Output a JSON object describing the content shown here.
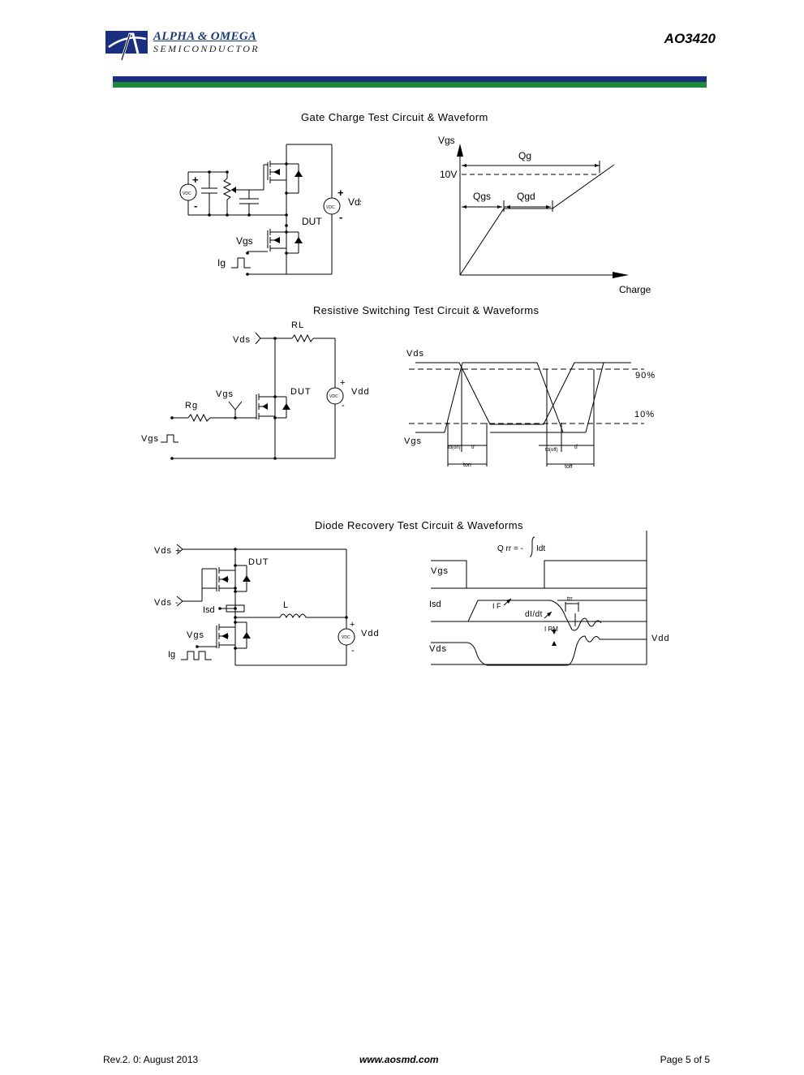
{
  "header": {
    "company_name": "ALPHA & OMEGA",
    "company_sub": "SEMICONDUCTOR",
    "part_number": "AO3420",
    "brand_colors": {
      "blue": "#1b2f80",
      "green": "#1e8b3a"
    }
  },
  "gate_charge": {
    "title": "Gate Charge Test Circuit & Waveform",
    "circuit": {
      "vdc": "VDC",
      "plus": "+",
      "minus": "-",
      "vds": "Vds",
      "dut": "DUT",
      "vgs": "Vgs",
      "ig": "Ig"
    },
    "waveform": {
      "y_label": "Vgs",
      "x_label": "Charge",
      "level": "10V",
      "qg": "Qg",
      "qgs": "Qgs",
      "qgd": "Qgd"
    }
  },
  "resistive": {
    "title": "Resistive Switching Test Circuit & Waveforms",
    "circuit": {
      "vds": "Vds",
      "rl": "RL",
      "vgs": "Vgs",
      "dut": "DUT",
      "rg": "Rg",
      "vdc": "VDC",
      "vdd": "Vdd",
      "plus": "+",
      "minus": "-",
      "vgs_in": "Vgs"
    },
    "waveform": {
      "vds": "Vds",
      "vgs": "Vgs",
      "p90": "90%",
      "p10": "10%",
      "td_on": "td(on)",
      "tr": "tr",
      "td_off": "td(off)",
      "tf": "tf",
      "ton": "ton",
      "toff": "toff"
    }
  },
  "diode": {
    "title": "Diode Recovery Test Circuit & Waveforms",
    "circuit": {
      "vds_plus": "Vds +",
      "dut": "DUT",
      "vds_minus": "Vds -",
      "isd": "Isd",
      "l": "L",
      "vgs": "Vgs",
      "vdc": "VDC",
      "vdd": "Vdd",
      "plus": "+",
      "minus": "-",
      "ig": "Ig"
    },
    "waveform": {
      "qrr_lhs": "Q rr = -",
      "qrr_rhs": "Idt",
      "integral": "∫",
      "vgs": "Vgs",
      "isd": "Isd",
      "if": "I F",
      "didt": "dI/dt",
      "trr": "trr",
      "irm": "I RM",
      "vds": "Vds",
      "vdd": "Vdd"
    }
  },
  "footer": {
    "revision": "Rev.2. 0: August 2013",
    "website": "www.aosmd.com",
    "page": "Page 5 of 5"
  }
}
